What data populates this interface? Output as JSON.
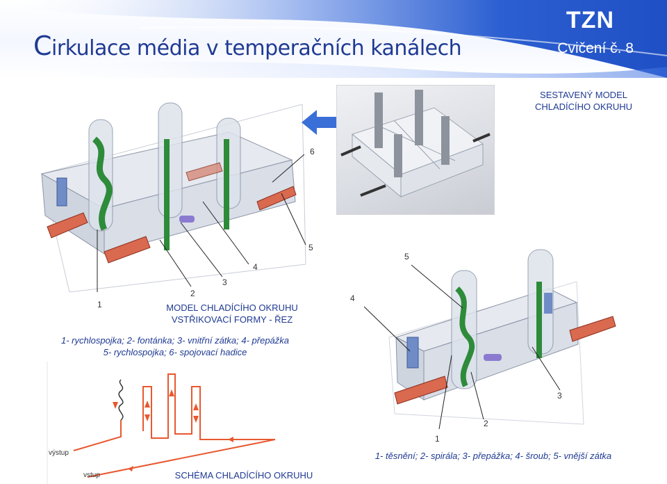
{
  "header": {
    "title_first": "C",
    "title_rest": "irkulace média v temperačních kanálech",
    "brand": "TZN",
    "lesson": "Cvičení č. 8"
  },
  "photo_caption": [
    "SESTAVENÝ MODEL",
    "CHLADÍCÍHO OKRUHU"
  ],
  "section_caption": [
    "MODEL CHLADÍCÍHO OKRUHU",
    "VSTŘIKOVACÍ FORMY - ŘEZ"
  ],
  "legend_left": [
    "1- rychlospojka; 2- fontánka; 3- vnitřní zátka; 4- přepážka",
    "5- rychlospojka; 6- spojovací hadice"
  ],
  "legend_right": "1- těsnění; 2- spirála; 3- přepážka; 4- šroub; 5- vnější zátka",
  "schema_caption": "SCHÉMA CHLADÍCÍHO OKRUHU",
  "schema_labels": {
    "outlet": "výstup",
    "inlet": "vstup"
  },
  "left_numbers": [
    "1",
    "2",
    "3",
    "4",
    "5",
    "6"
  ],
  "right_numbers": [
    "1",
    "2",
    "3",
    "4",
    "5"
  ],
  "colors": {
    "title_blue": "#1f3a93",
    "header_blue": "#2c5fd1",
    "green": "#2e8b3a",
    "red": "#c0392b",
    "arrow_blue": "#3a6fd8"
  }
}
